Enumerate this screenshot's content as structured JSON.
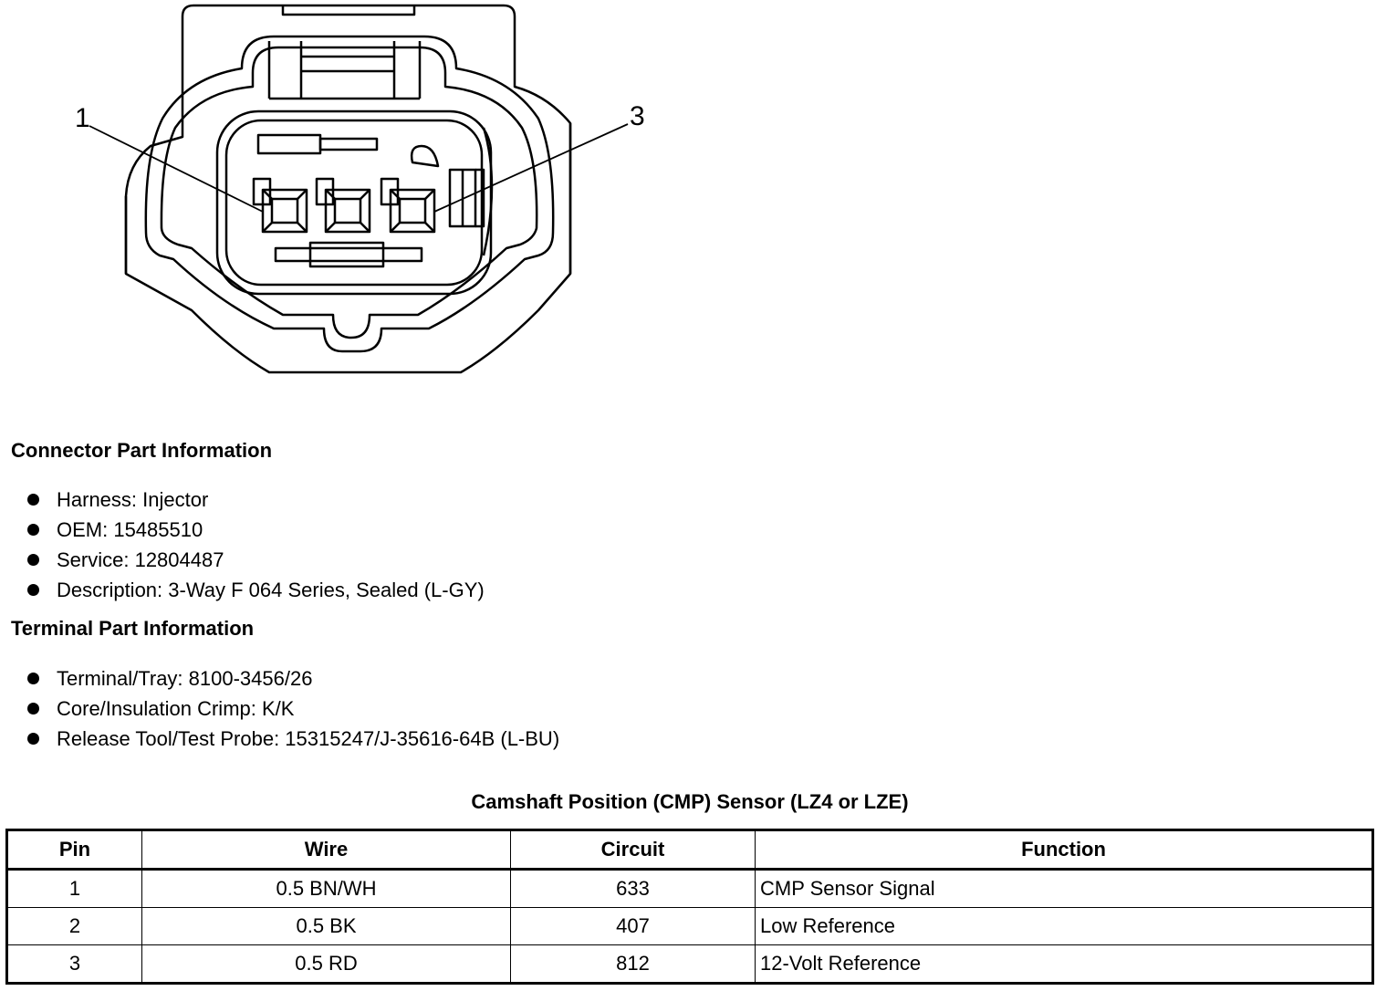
{
  "diagram": {
    "callouts": [
      "1",
      "3"
    ]
  },
  "connector_info": {
    "title": "Connector Part Information",
    "items": [
      "Harness: Injector",
      "OEM: 15485510",
      "Service: 12804487",
      "Description: 3-Way F 064 Series, Sealed (L-GY)"
    ]
  },
  "terminal_info": {
    "title": "Terminal Part Information",
    "items": [
      "Terminal/Tray: 8100-3456/26",
      "Core/Insulation Crimp: K/K",
      "Release Tool/Test Probe: 15315247/J-35616-64B (L-BU)"
    ]
  },
  "table": {
    "caption": "Camshaft Position (CMP) Sensor (LZ4 or LZE)",
    "headers": [
      "Pin",
      "Wire",
      "Circuit",
      "Function"
    ],
    "rows": [
      [
        "1",
        "0.5 BN/WH",
        "633",
        "CMP Sensor Signal"
      ],
      [
        "2",
        "0.5 BK",
        "407",
        "Low Reference"
      ],
      [
        "3",
        "0.5 RD",
        "812",
        "12-Volt Reference"
      ]
    ]
  }
}
